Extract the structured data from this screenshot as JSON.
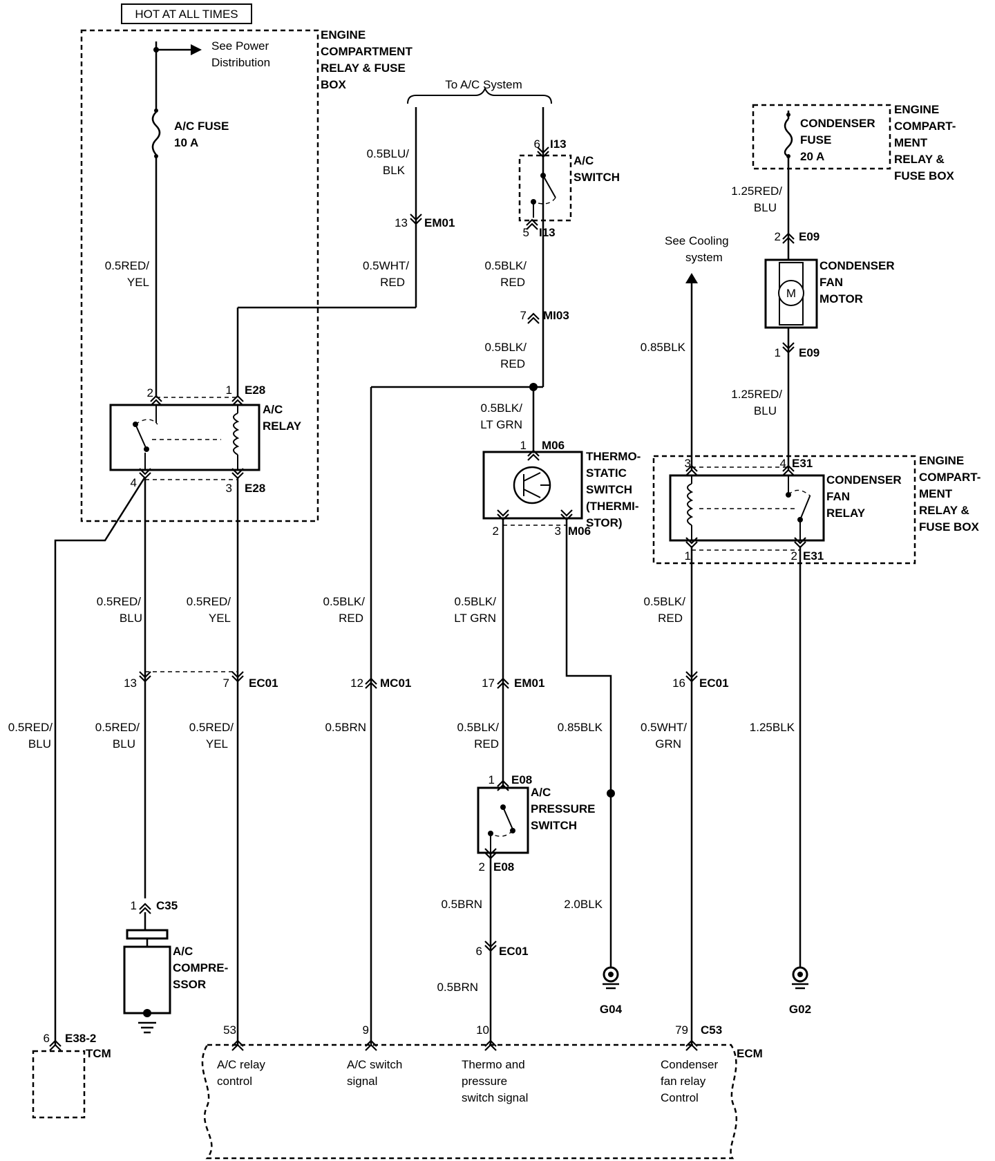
{
  "top_label": "HOT AT ALL TIMES",
  "engine_box_label": [
    "ENGINE",
    "COMPARTMENT",
    "RELAY & FUSE",
    "BOX"
  ],
  "power_ref": [
    "See Power",
    "Distribution"
  ],
  "ac_fuse": [
    "A/C FUSE",
    "10 A"
  ],
  "ac_relay": [
    "A/C",
    "RELAY"
  ],
  "to_ac_system": "To A/C System",
  "ac_switch": [
    "A/C",
    "SWITCH"
  ],
  "thermo_switch": [
    "THERMO-",
    "STATIC",
    "SWITCH",
    "(THERMI-",
    "STOR)"
  ],
  "ac_pressure_switch": [
    "A/C",
    "PRESSURE",
    "SWITCH"
  ],
  "ac_compressor": [
    "A/C",
    "COMPRE-",
    "SSOR"
  ],
  "cooling_ref": [
    "See Cooling",
    "system"
  ],
  "condenser_fuse": [
    "CONDENSER",
    "FUSE",
    "20 A"
  ],
  "condenser_fuse_box": [
    "ENGINE",
    "COMPART-",
    "MENT",
    "RELAY &",
    "FUSE BOX"
  ],
  "condenser_fan_motor": [
    "CONDENSER",
    "FAN",
    "MOTOR"
  ],
  "motor_symbol": "M",
  "condenser_fan_relay": [
    "CONDENSER",
    "FAN",
    "RELAY"
  ],
  "condenser_relay_box": [
    "ENGINE",
    "COMPART-",
    "MENT",
    "RELAY &",
    "FUSE BOX"
  ],
  "ecm_label": "ECM",
  "tcm_label": "TCM",
  "grounds": [
    "G04",
    "G02"
  ],
  "ecm_pins": [
    {
      "num": "53",
      "label": [
        "A/C relay",
        "control"
      ]
    },
    {
      "num": "9",
      "label": [
        "A/C switch",
        "signal"
      ]
    },
    {
      "num": "10",
      "label": [
        "Thermo and",
        "pressure",
        "switch signal"
      ]
    },
    {
      "num": "79",
      "label": [
        "Condenser",
        "fan relay",
        "Control"
      ]
    }
  ],
  "connectors": {
    "e28_top": {
      "pins": [
        "2",
        "1"
      ],
      "id": "E28"
    },
    "e28_bottom": {
      "pins": [
        "4",
        "3"
      ],
      "id": "E28"
    },
    "em01_top": {
      "pin": "13",
      "id": "EM01"
    },
    "i13_top": {
      "pin": "6",
      "id": "I13"
    },
    "i13_bottom": {
      "pin": "5",
      "id": "I13"
    },
    "mi03": {
      "pin": "7",
      "id": "MI03"
    },
    "m06_top": {
      "pin": "1",
      "id": "M06"
    },
    "m06_bottom": {
      "pins": [
        "2",
        "3"
      ],
      "id": "M06"
    },
    "ec01_left": {
      "pins": [
        "13",
        "7"
      ],
      "id": "EC01"
    },
    "mc01": {
      "pin": "12",
      "id": "MC01"
    },
    "em01_mid": {
      "pin": "17",
      "id": "EM01"
    },
    "e08_top": {
      "pin": "1",
      "id": "E08"
    },
    "e08_bottom": {
      "pin": "2",
      "id": "E08"
    },
    "ec01_6": {
      "pin": "6",
      "id": "EC01"
    },
    "c35": {
      "pin": "1",
      "id": "C35"
    },
    "e09_top": {
      "pin": "2",
      "id": "E09"
    },
    "e09_bottom": {
      "pin": "1",
      "id": "E09"
    },
    "e31_top": {
      "pins": [
        "3",
        "4"
      ],
      "id": "E31"
    },
    "e31_bottom": {
      "pins": [
        "1",
        "2"
      ],
      "id": "E31"
    },
    "ec01_16": {
      "pin": "16",
      "id": "EC01"
    },
    "e38": {
      "pin": "6",
      "id": "E38-2"
    },
    "c53": {
      "pin": "79",
      "id": "C53"
    }
  },
  "wires": {
    "w1": [
      "0.5RED/",
      "YEL"
    ],
    "w2": [
      "0.5BLU/",
      "BLK"
    ],
    "w3": [
      "0.5WHT/",
      "RED"
    ],
    "w4": [
      "0.5BLK/",
      "RED"
    ],
    "w5": [
      "0.5BLK/",
      "RED"
    ],
    "w6": [
      "0.5BLK/",
      "LT GRN"
    ],
    "w7": [
      "0.5RED/",
      "BLU"
    ],
    "w8": [
      "0.5RED/",
      "YEL"
    ],
    "w9": [
      "0.5BLK/",
      "RED"
    ],
    "w10": [
      "0.5BLK/",
      "LT GRN"
    ],
    "w11": [
      "0.5RED/",
      "BLU"
    ],
    "w12": [
      "0.5RED/",
      "BLU"
    ],
    "w13": [
      "0.5RED/",
      "YEL"
    ],
    "w14": [
      "0.5BRN"
    ],
    "w15": [
      "0.5BLK/",
      "RED"
    ],
    "w16": [
      "0.85BLK"
    ],
    "w17": [
      "0.5BRN"
    ],
    "w18": [
      "0.5BRN"
    ],
    "w19": [
      "2.0BLK"
    ],
    "w20": [
      "0.85BLK"
    ],
    "w21": [
      "1.25RED/",
      "BLU"
    ],
    "w22": [
      "1.25RED/",
      "BLU"
    ],
    "w23": [
      "0.5BLK/",
      "RED"
    ],
    "w24": [
      "0.5WHT/",
      "GRN"
    ],
    "w25": [
      "1.25BLK"
    ]
  }
}
